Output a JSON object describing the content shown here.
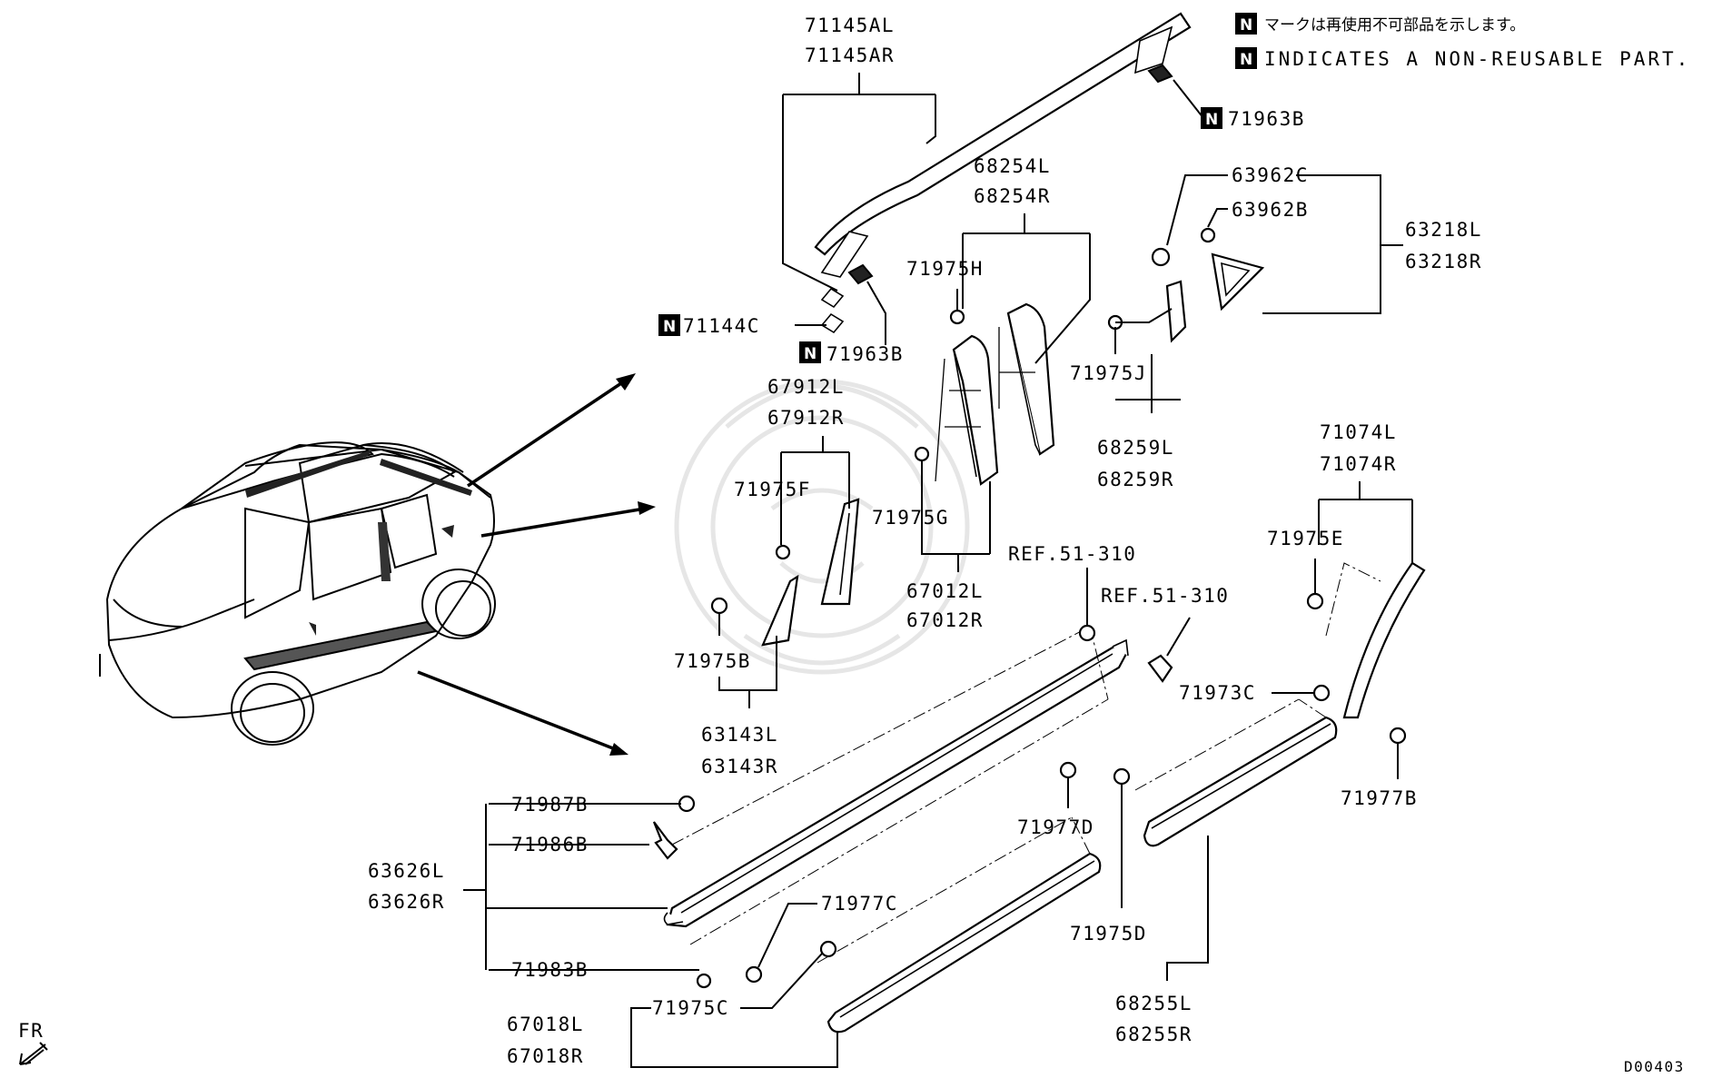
{
  "notes": {
    "jp_text": "マークは再使用不可部品を示します。",
    "en_text": "INDICATES A NON-REUSABLE PART.",
    "badge": "N"
  },
  "labels": {
    "p71145AL": "71145AL",
    "p71145AR": "71145AR",
    "p71963B_top": "71963B",
    "p71963B_mid": "71963B",
    "p71144C": "71144C",
    "p68254L": "68254L",
    "p68254R": "68254R",
    "p63962C": "63962C",
    "p63962B": "63962B",
    "p63218L": "63218L",
    "p63218R": "63218R",
    "p71975H": "71975H",
    "p71975J": "71975J",
    "p68259L": "68259L",
    "p68259R": "68259R",
    "p67912L": "67912L",
    "p67912R": "67912R",
    "p71975F": "71975F",
    "p71975G": "71975G",
    "p67012L": "67012L",
    "p67012R": "67012R",
    "p71975B": "71975B",
    "p63143L": "63143L",
    "p63143R": "63143R",
    "ref1": "REF.51-310",
    "ref2": "REF.51-310",
    "p71074L": "71074L",
    "p71074R": "71074R",
    "p71975E": "71975E",
    "p71973C": "71973C",
    "p71977B": "71977B",
    "p71977D": "71977D",
    "p71975D": "71975D",
    "p68255L": "68255L",
    "p68255R": "68255R",
    "p71987B": "71987B",
    "p71986B": "71986B",
    "p63626L": "63626L",
    "p63626R": "63626R",
    "p71983B": "71983B",
    "p71977C": "71977C",
    "p71975C": "71975C",
    "p67018L": "67018L",
    "p67018R": "67018R",
    "fr": "FR",
    "diagram_id": "D00403"
  }
}
